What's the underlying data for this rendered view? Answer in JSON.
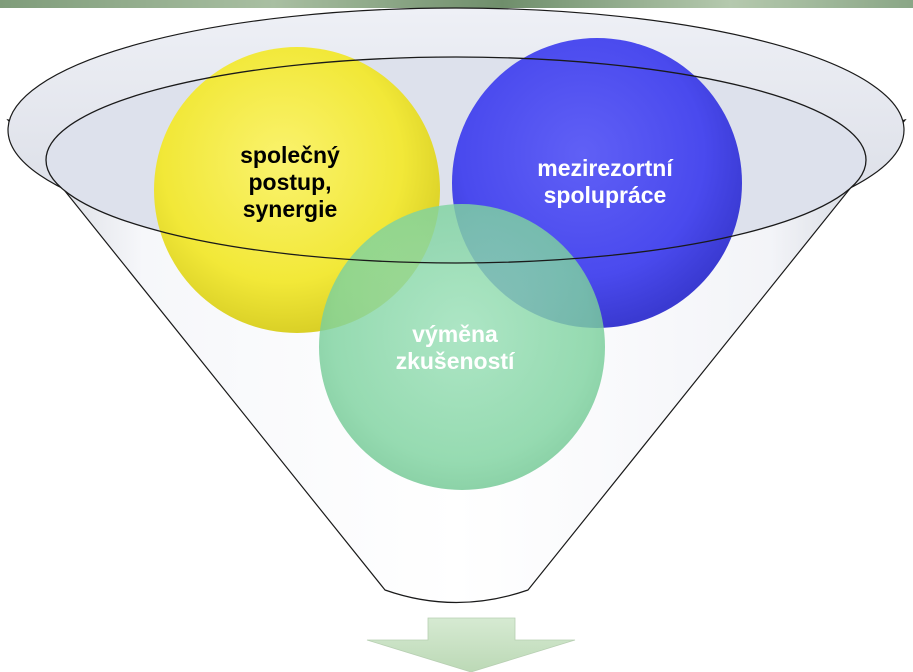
{
  "diagram": {
    "circles": [
      {
        "id": "yellow",
        "label": "společný\npostup,\nsynergie",
        "fill": "#f2e832",
        "text_color": "#000000"
      },
      {
        "id": "blue",
        "label": "mezirezortní\nspolupráce",
        "fill": "#4747f0",
        "text_color": "#ffffff"
      },
      {
        "id": "green",
        "label": "výměna\nzkušeností",
        "fill": "#7fd3a0",
        "text_color": "#ffffff"
      }
    ],
    "funnel_color": "#e9ecf3",
    "arrow_color": "#c5dfc0"
  }
}
